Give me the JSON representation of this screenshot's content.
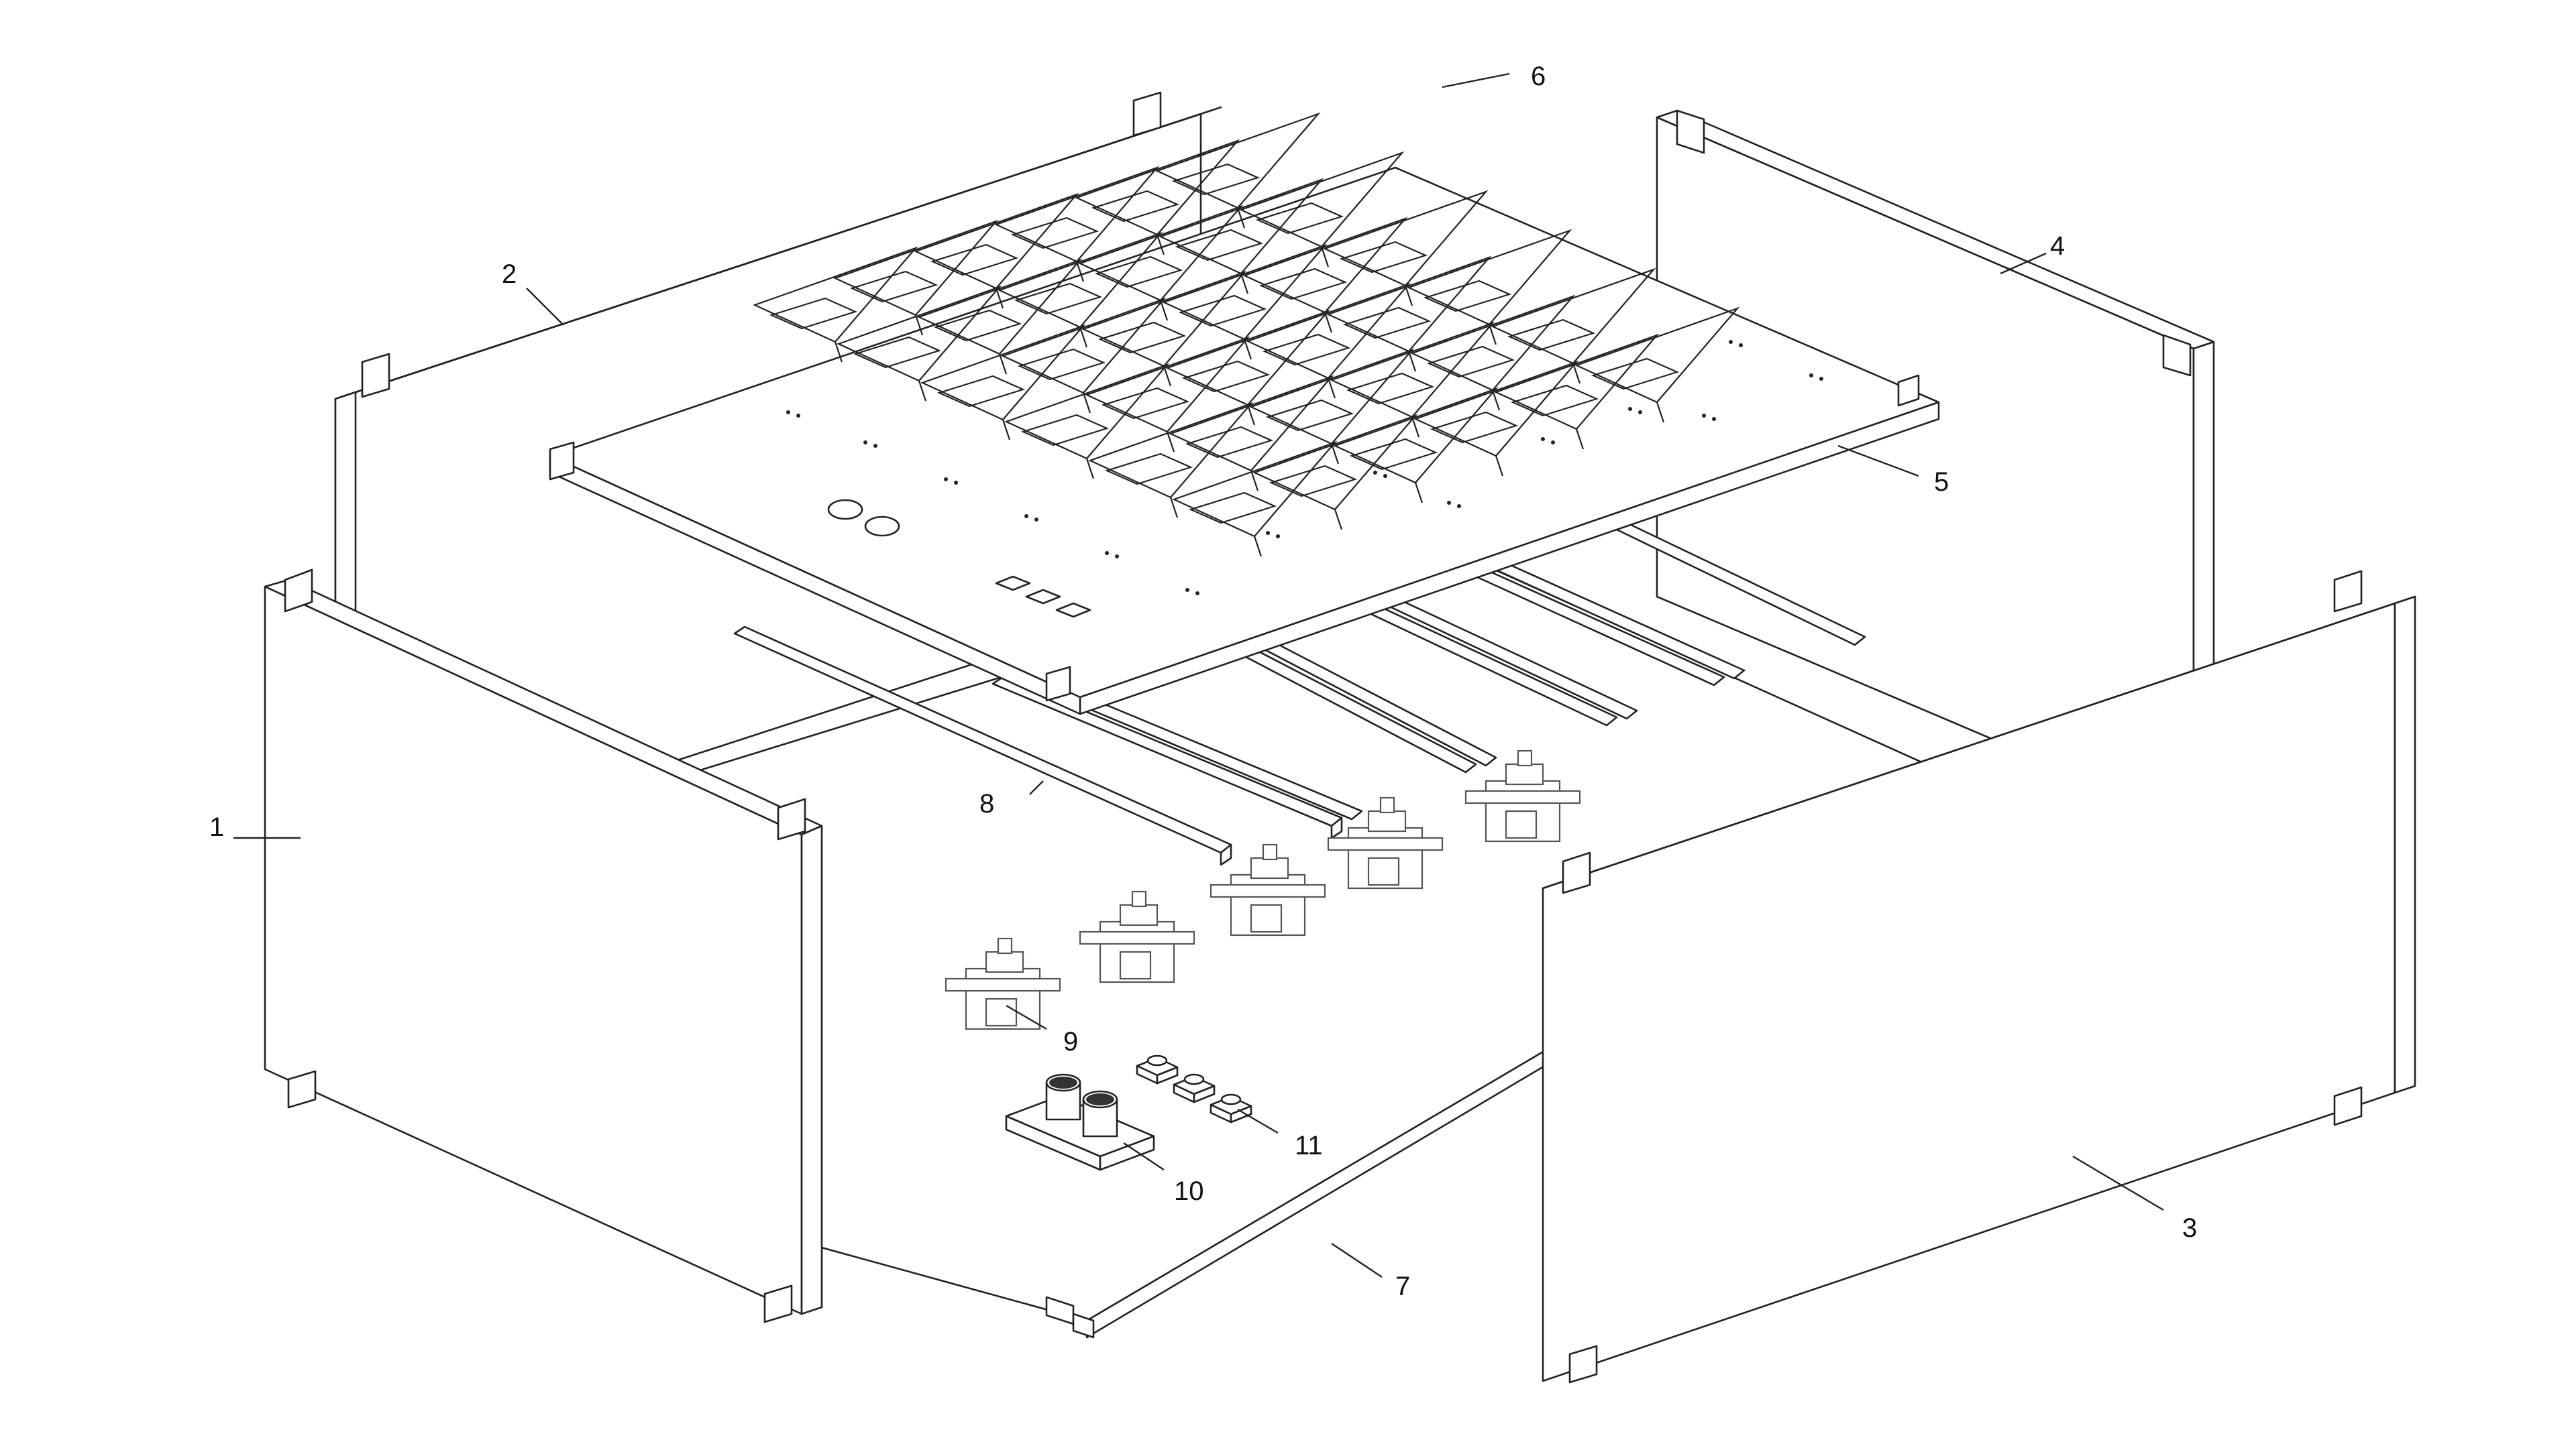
{
  "labels": [
    {
      "id": "1",
      "text": "1"
    },
    {
      "id": "2",
      "text": "2"
    },
    {
      "id": "3",
      "text": "3"
    },
    {
      "id": "4",
      "text": "4"
    },
    {
      "id": "5",
      "text": "5"
    },
    {
      "id": "6",
      "text": "6"
    },
    {
      "id": "7",
      "text": "7"
    },
    {
      "id": "8",
      "text": "8"
    },
    {
      "id": "9",
      "text": "9"
    },
    {
      "id": "10",
      "text": "10"
    },
    {
      "id": "11",
      "text": "11"
    }
  ],
  "colors": {
    "line": "#222222",
    "background": "#ffffff",
    "servo": "#555555"
  }
}
